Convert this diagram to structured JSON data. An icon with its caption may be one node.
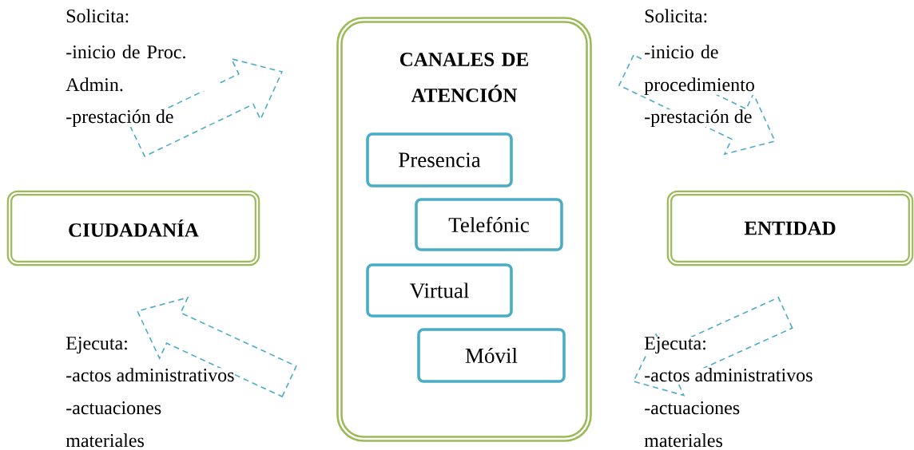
{
  "diagram": {
    "nodes": [
      {
        "text": [
          "CIUDADANÍA"
        ]
      },
      {
        "text": [
          "CANALES DE ATENCIÓN"
        ]
      },
      {
        "text": [
          "Presencia"
        ],
        "in": 1
      },
      {
        "text": [
          "Telefónic"
        ],
        "in": 1
      },
      {
        "text": [
          "Virtual"
        ],
        "in": 1
      },
      {
        "text": [
          "Móvil"
        ],
        "in": 1
      },
      {
        "text": [
          "ENTIDAD"
        ]
      }
    ],
    "edges": [
      {
        "from": 0,
        "to": 1,
        "arrow": "to"
      },
      {
        "from": 1,
        "to": 6,
        "arrow": "to"
      },
      {
        "from": 6,
        "to": 1,
        "arrow": "to"
      },
      {
        "from": 1,
        "to": 0,
        "arrow": "to"
      }
    ],
    "labels": [
      "Solicita:",
      "-inicio de Proc. Admin.",
      "-prestación de",
      "Solicita:",
      "-inicio de procedimiento",
      "-prestación de",
      "Ejecuta:",
      "-actos administrativos",
      "-actuaciones materiales",
      "Ejecuta:",
      "-actos administrativos",
      "-actuaciones materiales"
    ]
  }
}
